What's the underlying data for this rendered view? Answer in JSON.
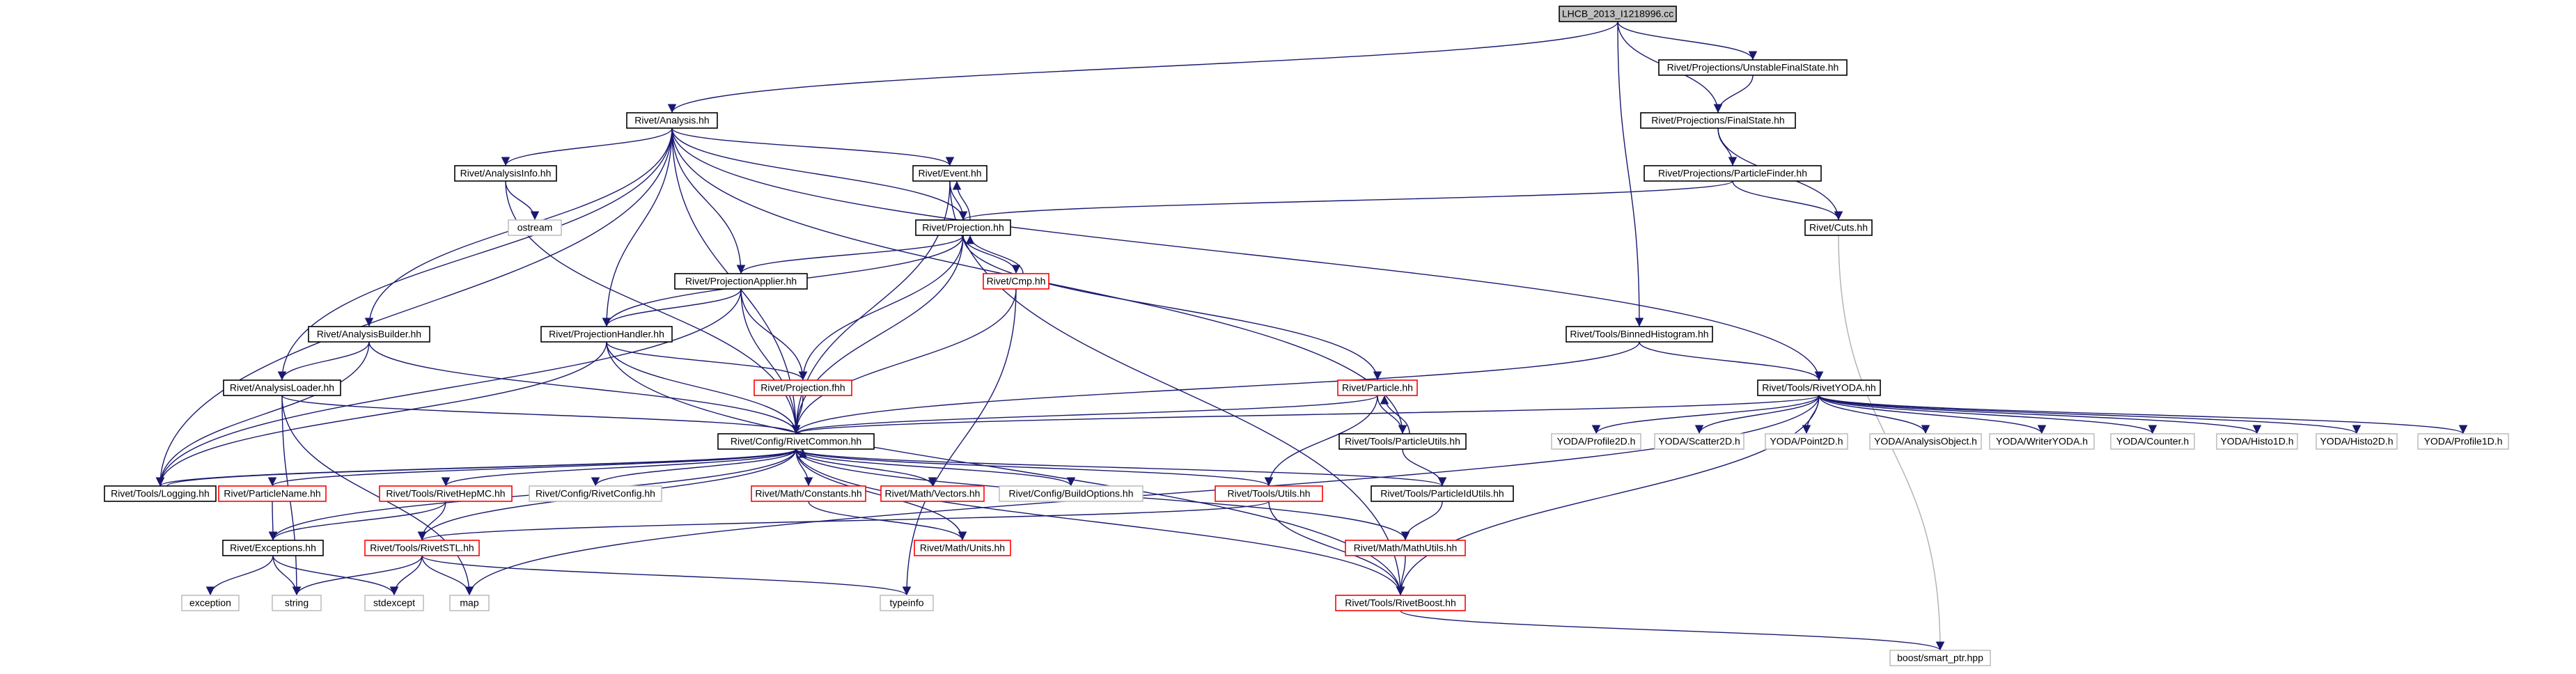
{
  "colors": {
    "root_fill": "#bfbfbf",
    "normal_border": "#000000",
    "truncated_border": "#ff0000",
    "external_border": "#bfbfbf",
    "edge": "#191970",
    "edge_soft": "#b0b0b0",
    "text": "#000000"
  },
  "nodes": [
    {
      "id": "root",
      "label": "LHCB_2013_I1218996.cc",
      "kind": "root"
    },
    {
      "id": "ufs",
      "label": "Rivet/Projections/UnstableFinalState.hh",
      "kind": "normal"
    },
    {
      "id": "ana",
      "label": "Rivet/Analysis.hh",
      "kind": "normal"
    },
    {
      "id": "fs",
      "label": "Rivet/Projections/FinalState.hh",
      "kind": "normal"
    },
    {
      "id": "pf",
      "label": "Rivet/Projections/ParticleFinder.hh",
      "kind": "normal"
    },
    {
      "id": "ainfo",
      "label": "Rivet/AnalysisInfo.hh",
      "kind": "normal"
    },
    {
      "id": "event",
      "label": "Rivet/Event.hh",
      "kind": "normal"
    },
    {
      "id": "cuts",
      "label": "Rivet/Cuts.hh",
      "kind": "normal"
    },
    {
      "id": "ostream",
      "label": "ostream",
      "kind": "external"
    },
    {
      "id": "proj",
      "label": "Rivet/Projection.hh",
      "kind": "normal"
    },
    {
      "id": "papp",
      "label": "Rivet/ProjectionApplier.hh",
      "kind": "normal"
    },
    {
      "id": "cmp",
      "label": "Rivet/Cmp.hh",
      "kind": "truncated"
    },
    {
      "id": "abuild",
      "label": "Rivet/AnalysisBuilder.hh",
      "kind": "normal"
    },
    {
      "id": "phand",
      "label": "Rivet/ProjectionHandler.hh",
      "kind": "normal"
    },
    {
      "id": "bhist",
      "label": "Rivet/Tools/BinnedHistogram.hh",
      "kind": "normal"
    },
    {
      "id": "aload",
      "label": "Rivet/AnalysisLoader.hh",
      "kind": "normal"
    },
    {
      "id": "projfhh",
      "label": "Rivet/Projection.fhh",
      "kind": "truncated"
    },
    {
      "id": "particle",
      "label": "Rivet/Particle.hh",
      "kind": "truncated"
    },
    {
      "id": "ryoda",
      "label": "Rivet/Tools/RivetYODA.hh",
      "kind": "normal"
    },
    {
      "id": "common",
      "label": "Rivet/Config/RivetCommon.hh",
      "kind": "normal"
    },
    {
      "id": "putils",
      "label": "Rivet/Tools/ParticleUtils.hh",
      "kind": "normal"
    },
    {
      "id": "yprof2d",
      "label": "YODA/Profile2D.h",
      "kind": "external"
    },
    {
      "id": "yscat2d",
      "label": "YODA/Scatter2D.h",
      "kind": "external"
    },
    {
      "id": "ypoint2d",
      "label": "YODA/Point2D.h",
      "kind": "external"
    },
    {
      "id": "yao",
      "label": "YODA/AnalysisObject.h",
      "kind": "external"
    },
    {
      "id": "ywriter",
      "label": "YODA/WriterYODA.h",
      "kind": "external"
    },
    {
      "id": "ycounter",
      "label": "YODA/Counter.h",
      "kind": "external"
    },
    {
      "id": "yh1d",
      "label": "YODA/Histo1D.h",
      "kind": "external"
    },
    {
      "id": "yh2d",
      "label": "YODA/Histo2D.h",
      "kind": "external"
    },
    {
      "id": "yprof1d",
      "label": "YODA/Profile1D.h",
      "kind": "external"
    },
    {
      "id": "logging",
      "label": "Rivet/Tools/Logging.hh",
      "kind": "normal"
    },
    {
      "id": "pname",
      "label": "Rivet/ParticleName.hh",
      "kind": "truncated"
    },
    {
      "id": "hepmc",
      "label": "Rivet/Tools/RivetHepMC.hh",
      "kind": "truncated"
    },
    {
      "id": "rconfig",
      "label": "Rivet/Config/RivetConfig.hh",
      "kind": "external"
    },
    {
      "id": "consts",
      "label": "Rivet/Math/Constants.hh",
      "kind": "truncated"
    },
    {
      "id": "vectors",
      "label": "Rivet/Math/Vectors.hh",
      "kind": "truncated"
    },
    {
      "id": "buildopts",
      "label": "Rivet/Config/BuildOptions.hh",
      "kind": "external"
    },
    {
      "id": "utils",
      "label": "Rivet/Tools/Utils.hh",
      "kind": "truncated"
    },
    {
      "id": "pidutils",
      "label": "Rivet/Tools/ParticleIdUtils.hh",
      "kind": "normal"
    },
    {
      "id": "exc",
      "label": "Rivet/Exceptions.hh",
      "kind": "normal"
    },
    {
      "id": "stl",
      "label": "Rivet/Tools/RivetSTL.hh",
      "kind": "truncated"
    },
    {
      "id": "units",
      "label": "Rivet/Math/Units.hh",
      "kind": "truncated"
    },
    {
      "id": "mathutils",
      "label": "Rivet/Math/MathUtils.hh",
      "kind": "truncated"
    },
    {
      "id": "exception",
      "label": "exception",
      "kind": "external"
    },
    {
      "id": "string",
      "label": "string",
      "kind": "external"
    },
    {
      "id": "stdexcept",
      "label": "stdexcept",
      "kind": "external"
    },
    {
      "id": "map",
      "label": "map",
      "kind": "external"
    },
    {
      "id": "typeinfo",
      "label": "typeinfo",
      "kind": "external"
    },
    {
      "id": "boost",
      "label": "Rivet/Tools/RivetBoost.hh",
      "kind": "truncated"
    },
    {
      "id": "smartptr",
      "label": "boost/smart_ptr.hpp",
      "kind": "external"
    }
  ],
  "edges": [
    [
      "root",
      "ufs"
    ],
    [
      "root",
      "ana"
    ],
    [
      "root",
      "fs"
    ],
    [
      "root",
      "bhist"
    ],
    [
      "ufs",
      "fs"
    ],
    [
      "fs",
      "pf"
    ],
    [
      "fs",
      "cuts"
    ],
    [
      "pf",
      "proj"
    ],
    [
      "pf",
      "cuts"
    ],
    [
      "cuts",
      "smartptr"
    ],
    [
      "ana",
      "ainfo"
    ],
    [
      "ana",
      "event"
    ],
    [
      "ana",
      "proj"
    ],
    [
      "ana",
      "papp"
    ],
    [
      "ana",
      "phand"
    ],
    [
      "ana",
      "abuild"
    ],
    [
      "ana",
      "aload"
    ],
    [
      "ana",
      "common"
    ],
    [
      "ana",
      "logging"
    ],
    [
      "ana",
      "ryoda"
    ],
    [
      "ana",
      "putils"
    ],
    [
      "ainfo",
      "ostream"
    ],
    [
      "ainfo",
      "common"
    ],
    [
      "event",
      "proj"
    ],
    [
      "event",
      "common"
    ],
    [
      "event",
      "boost"
    ],
    [
      "proj",
      "event"
    ],
    [
      "proj",
      "papp"
    ],
    [
      "proj",
      "phand"
    ],
    [
      "proj",
      "cmp"
    ],
    [
      "proj",
      "projfhh"
    ],
    [
      "proj",
      "particle"
    ],
    [
      "proj",
      "common"
    ],
    [
      "cmp",
      "proj"
    ],
    [
      "cmp",
      "common"
    ],
    [
      "cmp",
      "typeinfo"
    ],
    [
      "papp",
      "phand"
    ],
    [
      "papp",
      "projfhh"
    ],
    [
      "papp",
      "common"
    ],
    [
      "papp",
      "logging"
    ],
    [
      "phand",
      "projfhh"
    ],
    [
      "phand",
      "common"
    ],
    [
      "phand",
      "logging"
    ],
    [
      "phand",
      "boost"
    ],
    [
      "abuild",
      "aload"
    ],
    [
      "abuild",
      "common"
    ],
    [
      "abuild",
      "logging"
    ],
    [
      "aload",
      "common"
    ],
    [
      "aload",
      "map"
    ],
    [
      "aload",
      "string"
    ],
    [
      "projfhh",
      "common"
    ],
    [
      "bhist",
      "ryoda"
    ],
    [
      "bhist",
      "common"
    ],
    [
      "particle",
      "common"
    ],
    [
      "particle",
      "putils"
    ],
    [
      "particle",
      "utils"
    ],
    [
      "putils",
      "particle"
    ],
    [
      "putils",
      "pidutils"
    ],
    [
      "ryoda",
      "common"
    ],
    [
      "ryoda",
      "yprof2d"
    ],
    [
      "ryoda",
      "yscat2d"
    ],
    [
      "ryoda",
      "ypoint2d"
    ],
    [
      "ryoda",
      "yao"
    ],
    [
      "ryoda",
      "ywriter"
    ],
    [
      "ryoda",
      "ycounter"
    ],
    [
      "ryoda",
      "yh1d"
    ],
    [
      "ryoda",
      "yh2d"
    ],
    [
      "ryoda",
      "yprof1d"
    ],
    [
      "ryoda",
      "boost"
    ],
    [
      "ryoda",
      "map"
    ],
    [
      "common",
      "logging"
    ],
    [
      "common",
      "pname"
    ],
    [
      "common",
      "hepmc"
    ],
    [
      "common",
      "rconfig"
    ],
    [
      "common",
      "consts"
    ],
    [
      "common",
      "vectors"
    ],
    [
      "common",
      "buildopts"
    ],
    [
      "common",
      "utils"
    ],
    [
      "common",
      "pidutils"
    ],
    [
      "common",
      "exc"
    ],
    [
      "common",
      "stl"
    ],
    [
      "common",
      "units"
    ],
    [
      "common",
      "mathutils"
    ],
    [
      "common",
      "boost"
    ],
    [
      "logging",
      "common"
    ],
    [
      "pname",
      "exc"
    ],
    [
      "hepmc",
      "stl"
    ],
    [
      "hepmc",
      "exc"
    ],
    [
      "consts",
      "units"
    ],
    [
      "utils",
      "boost"
    ],
    [
      "utils",
      "stl"
    ],
    [
      "pidutils",
      "mathutils"
    ],
    [
      "mathutils",
      "boost"
    ],
    [
      "exc",
      "exception"
    ],
    [
      "exc",
      "string"
    ],
    [
      "exc",
      "stdexcept"
    ],
    [
      "stl",
      "string"
    ],
    [
      "stl",
      "stdexcept"
    ],
    [
      "stl",
      "map"
    ],
    [
      "stl",
      "typeinfo"
    ],
    [
      "boost",
      "smartptr"
    ]
  ]
}
